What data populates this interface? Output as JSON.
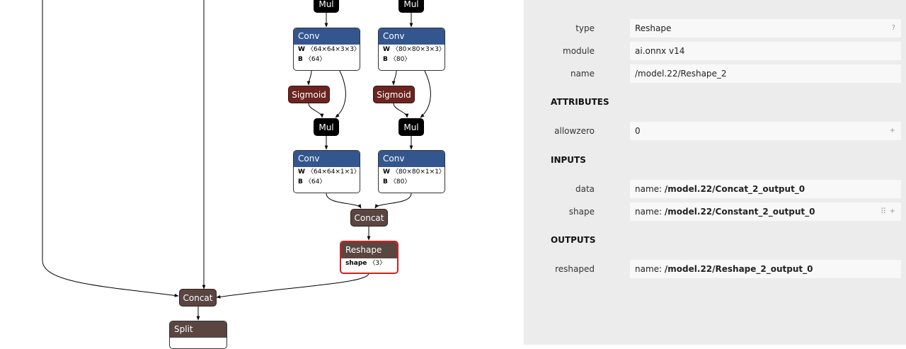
{
  "graph": {
    "mul_label": "Mul",
    "conv_label": "Conv",
    "sigmoid_label": "Sigmoid",
    "concat_label": "Concat",
    "reshape_label": "Reshape",
    "split_label": "Split",
    "w_key": "W",
    "b_key": "B",
    "shape_key": "shape",
    "conv1a": {
      "w": "〈64×64×3×3〉",
      "b": "〈64〉"
    },
    "conv1b": {
      "w": "〈80×80×3×3〉",
      "b": "〈80〉"
    },
    "conv2a": {
      "w": "〈64×64×1×1〉",
      "b": "〈64〉"
    },
    "conv2b": {
      "w": "〈80×80×1×1〉",
      "b": "〈80〉"
    },
    "reshape_shape": "〈3〉"
  },
  "panel": {
    "type_label": "type",
    "type_value": "Reshape",
    "type_help": "?",
    "module_label": "module",
    "module_value": "ai.onnx v14",
    "name_label": "name",
    "name_value": "/model.22/Reshape_2",
    "attributes_heading": "ATTRIBUTES",
    "allowzero_label": "allowzero",
    "allowzero_value": "0",
    "inputs_heading": "INPUTS",
    "data_label": "data",
    "data_prefix": "name:",
    "data_value": "/model.22/Concat_2_output_0",
    "shape_label": "shape",
    "shape_prefix": "name:",
    "shape_value": "/model.22/Constant_2_output_0",
    "outputs_heading": "OUTPUTS",
    "reshaped_label": "reshaped",
    "reshaped_prefix": "name:",
    "reshaped_value": "/model.22/Reshape_2_output_0",
    "expand_glyph": "+",
    "grid_glyph": "⠿"
  }
}
